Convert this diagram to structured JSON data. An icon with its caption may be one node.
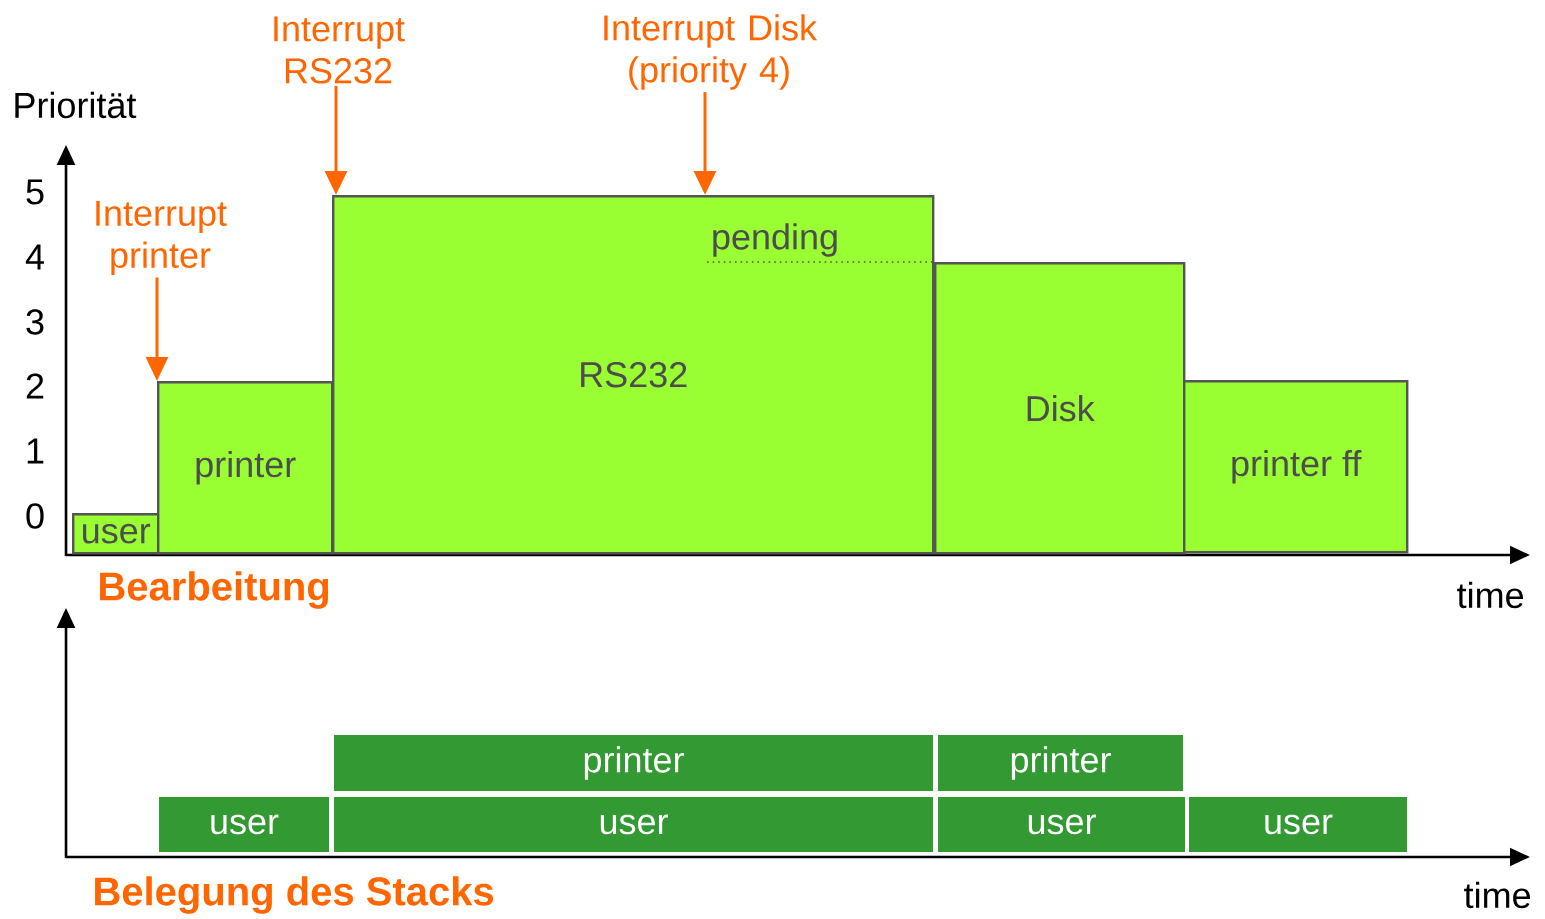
{
  "diagram": {
    "nodes": [
      {
        "text": [
          "Interrupt printer"
        ]
      },
      {
        "text": [
          "Interrupt RS232"
        ]
      },
      {
        "text": [
          "Interrupt Disk (priority 4)"
        ]
      },
      {
        "text": [
          "user"
        ]
      },
      {
        "text": [
          "printer"
        ]
      },
      {
        "text": [
          "pending",
          "RS232"
        ]
      },
      {
        "text": [
          "Disk"
        ]
      },
      {
        "text": [
          "printer ff"
        ]
      },
      {
        "text": [
          "printer"
        ]
      },
      {
        "text": [
          "printer"
        ]
      },
      {
        "text": [
          "user"
        ]
      },
      {
        "text": [
          "user"
        ]
      },
      {
        "text": [
          "user"
        ]
      },
      {
        "text": [
          "user"
        ]
      }
    ],
    "edges": [
      {
        "from": 0,
        "to": 4,
        "arrow": "to"
      },
      {
        "from": 1,
        "to": 5,
        "arrow": "to"
      },
      {
        "from": 2,
        "to": 5,
        "arrow": "to"
      }
    ],
    "labels": [
      "Priorität",
      "5",
      "4",
      "3",
      "2",
      "1",
      "0",
      "Bearbeitung",
      "time",
      "Belegung des Stacks",
      "time"
    ]
  }
}
